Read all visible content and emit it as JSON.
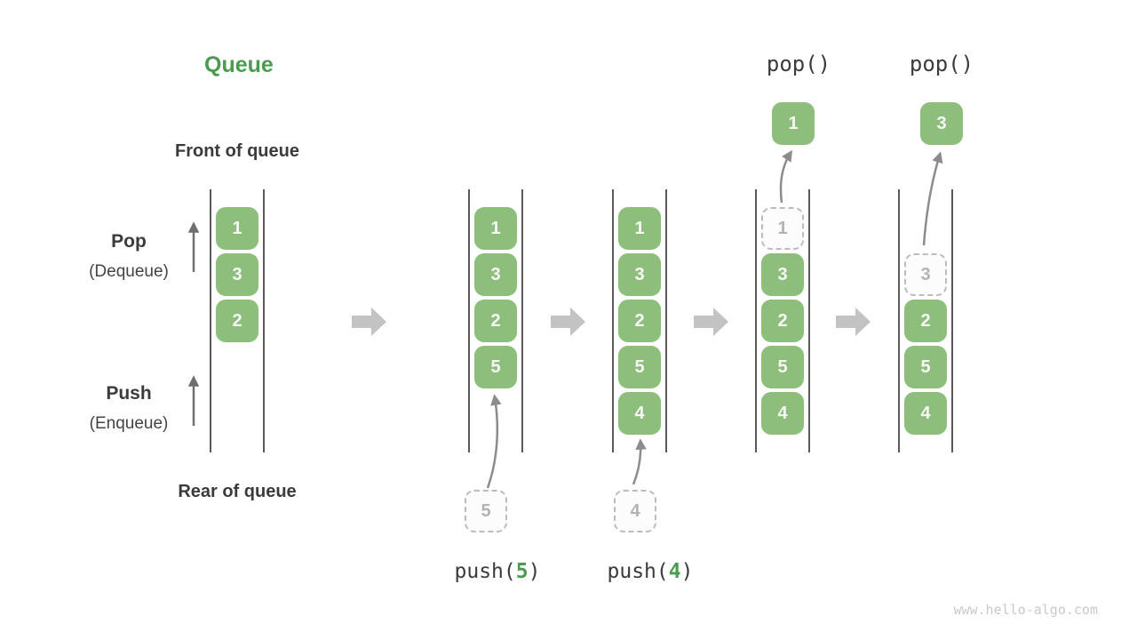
{
  "title": "Queue",
  "labels": {
    "front": "Front of queue",
    "rear": "Rear of queue",
    "pop_main": "Pop",
    "pop_sub": "(Dequeue)",
    "push_main": "Push",
    "push_sub": "(Enqueue)"
  },
  "colors": {
    "box_green": "#8dbe7c",
    "accent_green": "#4a9b50",
    "text_dark": "#3b3b3b",
    "line_dark": "#5a5a5a",
    "block_arrow": "#c3c3c3",
    "curve_arrow": "#8c8c8c",
    "straight_arrow": "#6f6f6f",
    "ghost_border": "#bcbcbc",
    "ghost_text": "#b3b3b3",
    "watermark": "#c9c9c9"
  },
  "states": [
    {
      "items": [
        "1",
        "3",
        "2"
      ]
    },
    {
      "items": [
        "1",
        "3",
        "2",
        "5"
      ],
      "incoming": "5",
      "op": {
        "prefix": "push(",
        "arg": "5",
        "suffix": ")"
      }
    },
    {
      "items": [
        "1",
        "3",
        "2",
        "5",
        "4"
      ],
      "incoming": "4",
      "op": {
        "prefix": "push(",
        "arg": "4",
        "suffix": ")"
      }
    },
    {
      "items": [
        "3",
        "2",
        "5",
        "4"
      ],
      "ghost": "1",
      "popped": "1",
      "op_text": "pop()"
    },
    {
      "items": [
        "2",
        "5",
        "4"
      ],
      "ghost": "3",
      "popped": "3",
      "op_text": "pop()"
    }
  ],
  "watermark": "www.hello-algo.com"
}
